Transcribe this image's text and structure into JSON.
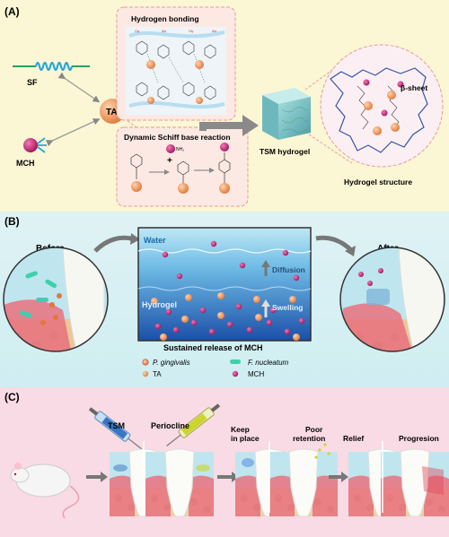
{
  "panel_a": {
    "label": "(A)",
    "sf": "SF",
    "ta": "TA",
    "mch": "MCH",
    "hydrogen_bonding": "Hydrogen bonding",
    "schiff": "Dynamic Schiff base reaction",
    "tsm_hydrogel": "TSM hydrogel",
    "beta_sheet": "β-sheet",
    "hydrogel_structure": "Hydrogel structure",
    "nh2": "NH₂",
    "plus": "+"
  },
  "panel_b": {
    "label": "(B)",
    "before": "Before",
    "after": "After",
    "water": "Water",
    "diffusion": "Diffusion",
    "hydrogel": "Hydrogel",
    "swelling": "Swelling",
    "caption": "Sustained release of MCH",
    "legend": {
      "pg": "P. gingivalis",
      "fn": "F. nucleatum",
      "ta": "TA",
      "mch": "MCH"
    }
  },
  "panel_c": {
    "label": "(C)",
    "tsm": "TSM",
    "periocline": "Periocline",
    "keep": "Keep",
    "in_place": "in place",
    "poor": "Poor",
    "retention": "retention",
    "relief": "Relief",
    "progresion": "Progresion"
  },
  "colors": {
    "panel_a_bg": "#fbf6d4",
    "panel_b_bg": "#d6f0f3",
    "panel_c_bg": "#f8dbe4",
    "ta_orange": "#f09a5c",
    "mch_magenta": "#c2186b",
    "sf_blue": "#2aa7d8",
    "arrow_gray": "#808080"
  }
}
